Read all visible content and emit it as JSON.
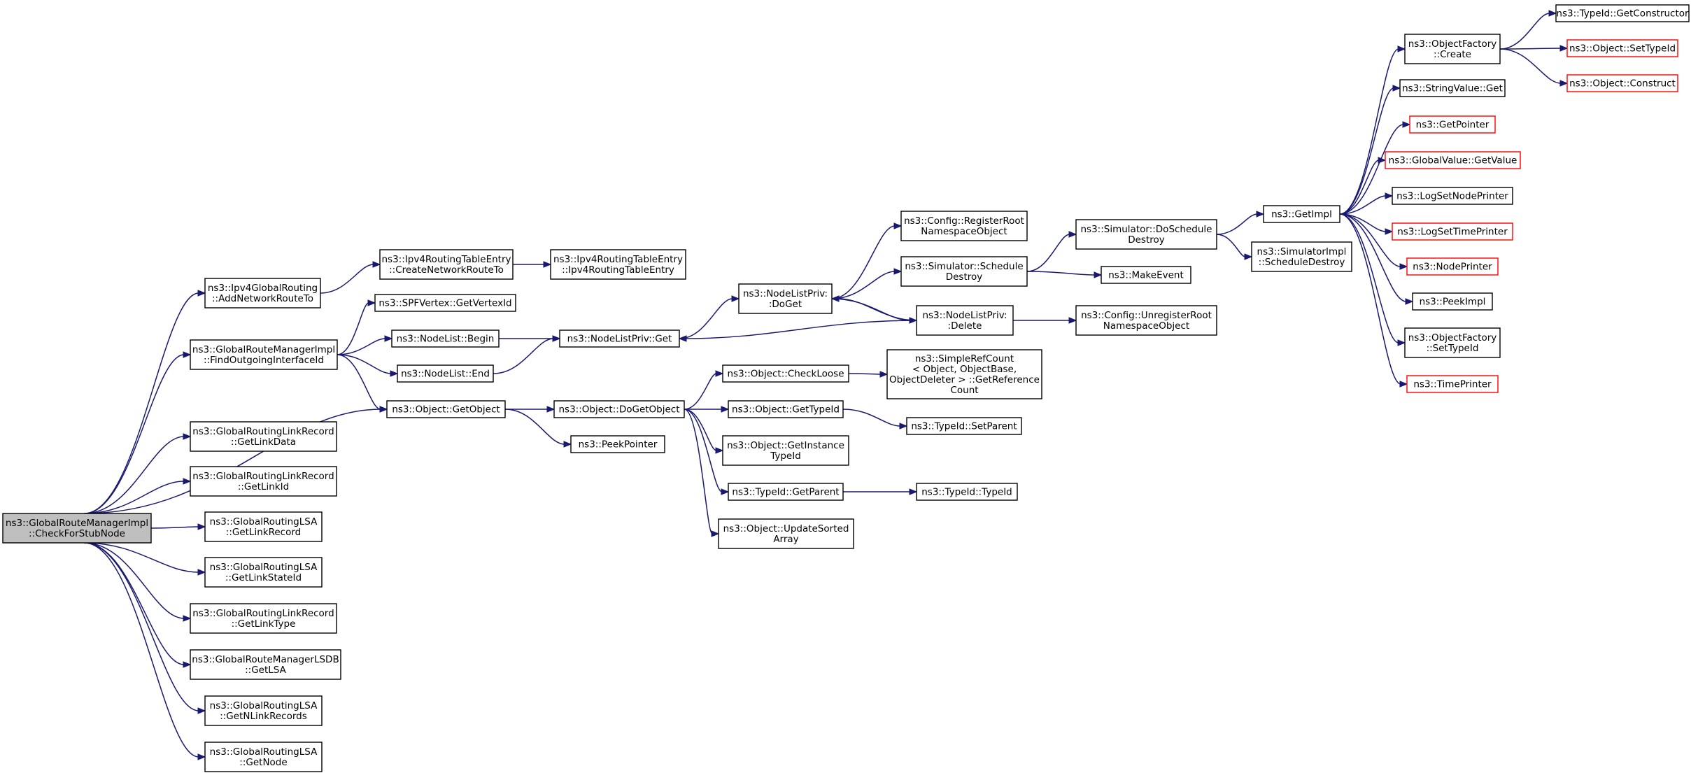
{
  "colors": {
    "edge": "#191970",
    "root_fill": "#bfbfbf",
    "truncated_border": "#ff0000"
  },
  "nodes": [
    {
      "id": "root",
      "lines": [
        "ns3::GlobalRouteManagerImpl",
        "::CheckForStubNode"
      ],
      "style": "root"
    },
    {
      "id": "addnet",
      "lines": [
        "ns3::Ipv4GlobalRouting",
        "::AddNetworkRouteTo"
      ]
    },
    {
      "id": "findout",
      "lines": [
        "ns3::GlobalRouteManagerImpl",
        "::FindOutgoingInterfaceId"
      ]
    },
    {
      "id": "getobject",
      "lines": [
        "ns3::Object::GetObject"
      ]
    },
    {
      "id": "lrgetlinkdata",
      "lines": [
        "ns3::GlobalRoutingLinkRecord",
        "::GetLinkData"
      ]
    },
    {
      "id": "lrgetlinkid",
      "lines": [
        "ns3::GlobalRoutingLinkRecord",
        "::GetLinkId"
      ]
    },
    {
      "id": "lsagetlinkrecord",
      "lines": [
        "ns3::GlobalRoutingLSA",
        "::GetLinkRecord"
      ]
    },
    {
      "id": "lsagetlinkstateid",
      "lines": [
        "ns3::GlobalRoutingLSA",
        "::GetLinkStateId"
      ]
    },
    {
      "id": "lrgetlinktype",
      "lines": [
        "ns3::GlobalRoutingLinkRecord",
        "::GetLinkType"
      ]
    },
    {
      "id": "lsdbgetlsa",
      "lines": [
        "ns3::GlobalRouteManagerLSDB",
        "::GetLSA"
      ]
    },
    {
      "id": "lsagetnlink",
      "lines": [
        "ns3::GlobalRoutingLSA",
        "::GetNLinkRecords"
      ]
    },
    {
      "id": "lsagetnode",
      "lines": [
        "ns3::GlobalRoutingLSA",
        "::GetNode"
      ]
    },
    {
      "id": "rtecreate",
      "lines": [
        "ns3::Ipv4RoutingTableEntry",
        "::CreateNetworkRouteTo"
      ]
    },
    {
      "id": "rtector",
      "lines": [
        "ns3::Ipv4RoutingTableEntry",
        "::Ipv4RoutingTableEntry"
      ]
    },
    {
      "id": "spfgetvertexid",
      "lines": [
        "ns3::SPFVertex::GetVertexId"
      ]
    },
    {
      "id": "nlbegin",
      "lines": [
        "ns3::NodeList::Begin"
      ]
    },
    {
      "id": "nlend",
      "lines": [
        "ns3::NodeList::End"
      ]
    },
    {
      "id": "nlprivget",
      "lines": [
        "ns3::NodeListPriv::Get"
      ]
    },
    {
      "id": "nlprivdoget",
      "lines": [
        "ns3::NodeListPriv:",
        ":DoGet"
      ]
    },
    {
      "id": "nlprivdelete",
      "lines": [
        "ns3::NodeListPriv:",
        ":Delete"
      ]
    },
    {
      "id": "regroot",
      "lines": [
        "ns3::Config::RegisterRoot",
        "NamespaceObject"
      ]
    },
    {
      "id": "unregroot",
      "lines": [
        "ns3::Config::UnregisterRoot",
        "NamespaceObject"
      ]
    },
    {
      "id": "simschedule",
      "lines": [
        "ns3::Simulator::Schedule",
        "Destroy"
      ]
    },
    {
      "id": "simdoschedule",
      "lines": [
        "ns3::Simulator::DoSchedule",
        "Destroy"
      ]
    },
    {
      "id": "makeevent",
      "lines": [
        "ns3::MakeEvent"
      ]
    },
    {
      "id": "simimpl",
      "lines": [
        "ns3::SimulatorImpl",
        "::ScheduleDestroy"
      ]
    },
    {
      "id": "getimpl",
      "lines": [
        "ns3::GetImpl"
      ]
    },
    {
      "id": "dogetobject",
      "lines": [
        "ns3::Object::DoGetObject"
      ]
    },
    {
      "id": "peekpointer",
      "lines": [
        "ns3::PeekPointer"
      ]
    },
    {
      "id": "checkloose",
      "lines": [
        "ns3::Object::CheckLoose"
      ]
    },
    {
      "id": "simplerefcount",
      "lines": [
        "ns3::SimpleRefCount",
        "< Object, ObjectBase,",
        "ObjectDeleter > ::GetReference",
        "Count"
      ]
    },
    {
      "id": "objgettypeid",
      "lines": [
        "ns3::Object::GetTypeId"
      ]
    },
    {
      "id": "tidsetparent",
      "lines": [
        "ns3::TypeId::SetParent"
      ]
    },
    {
      "id": "objgetinstance",
      "lines": [
        "ns3::Object::GetInstance",
        "TypeId"
      ]
    },
    {
      "id": "tidgetparent",
      "lines": [
        "ns3::TypeId::GetParent"
      ]
    },
    {
      "id": "tidtypeid",
      "lines": [
        "ns3::TypeId::TypeId"
      ]
    },
    {
      "id": "updatesorted",
      "lines": [
        "ns3::Object::UpdateSorted",
        "Array"
      ]
    },
    {
      "id": "ofcreate",
      "lines": [
        "ns3::ObjectFactory",
        "::Create"
      ]
    },
    {
      "id": "tidgetctor",
      "lines": [
        "ns3::TypeId::GetConstructor"
      ]
    },
    {
      "id": "objsettypeid",
      "lines": [
        "ns3::Object::SetTypeId"
      ],
      "style": "truncated"
    },
    {
      "id": "objconstruct",
      "lines": [
        "ns3::Object::Construct"
      ],
      "style": "truncated"
    },
    {
      "id": "stringvalueget",
      "lines": [
        "ns3::StringValue::Get"
      ]
    },
    {
      "id": "getpointer",
      "lines": [
        "ns3::GetPointer"
      ],
      "style": "truncated"
    },
    {
      "id": "globalvalueget",
      "lines": [
        "ns3::GlobalValue::GetValue"
      ],
      "style": "truncated"
    },
    {
      "id": "logsetnodeprinter",
      "lines": [
        "ns3::LogSetNodePrinter"
      ]
    },
    {
      "id": "logsettimeprinter",
      "lines": [
        "ns3::LogSetTimePrinter"
      ],
      "style": "truncated"
    },
    {
      "id": "nodeprinter",
      "lines": [
        "ns3::NodePrinter"
      ],
      "style": "truncated"
    },
    {
      "id": "peekimpl",
      "lines": [
        "ns3::PeekImpl"
      ]
    },
    {
      "id": "ofsettypeid",
      "lines": [
        "ns3::ObjectFactory",
        "::SetTypeId"
      ]
    },
    {
      "id": "timeprinter",
      "lines": [
        "ns3::TimePrinter"
      ],
      "style": "truncated"
    }
  ],
  "edges": [
    [
      "root",
      "addnet"
    ],
    [
      "root",
      "findout"
    ],
    [
      "root",
      "getobject"
    ],
    [
      "root",
      "lrgetlinkdata"
    ],
    [
      "root",
      "lrgetlinkid"
    ],
    [
      "root",
      "lsagetlinkrecord"
    ],
    [
      "root",
      "lsagetlinkstateid"
    ],
    [
      "root",
      "lrgetlinktype"
    ],
    [
      "root",
      "lsdbgetlsa"
    ],
    [
      "root",
      "lsagetnlink"
    ],
    [
      "root",
      "lsagetnode"
    ],
    [
      "addnet",
      "rtecreate"
    ],
    [
      "rtecreate",
      "rtector"
    ],
    [
      "findout",
      "spfgetvertexid"
    ],
    [
      "findout",
      "nlbegin"
    ],
    [
      "findout",
      "nlend"
    ],
    [
      "findout",
      "getobject"
    ],
    [
      "nlbegin",
      "nlprivget"
    ],
    [
      "nlend",
      "nlprivget"
    ],
    [
      "nlprivget",
      "nlprivdoget"
    ],
    [
      "nlprivdoget",
      "regroot"
    ],
    [
      "nlprivdoget",
      "simschedule"
    ],
    [
      "nlprivdoget",
      "nlprivdelete"
    ],
    [
      "nlprivdelete",
      "nlprivdoget"
    ],
    [
      "nlprivdelete",
      "nlprivget"
    ],
    [
      "nlprivdelete",
      "unregroot"
    ],
    [
      "simschedule",
      "simdoschedule"
    ],
    [
      "simschedule",
      "makeevent"
    ],
    [
      "simdoschedule",
      "getimpl"
    ],
    [
      "simdoschedule",
      "simimpl"
    ],
    [
      "getobject",
      "dogetobject"
    ],
    [
      "getobject",
      "peekpointer"
    ],
    [
      "dogetobject",
      "checkloose"
    ],
    [
      "dogetobject",
      "objgettypeid"
    ],
    [
      "dogetobject",
      "objgetinstance"
    ],
    [
      "dogetobject",
      "tidgetparent"
    ],
    [
      "dogetobject",
      "updatesorted"
    ],
    [
      "checkloose",
      "simplerefcount"
    ],
    [
      "objgettypeid",
      "tidsetparent"
    ],
    [
      "tidgetparent",
      "tidtypeid"
    ],
    [
      "getimpl",
      "ofcreate"
    ],
    [
      "getimpl",
      "stringvalueget"
    ],
    [
      "getimpl",
      "getpointer"
    ],
    [
      "getimpl",
      "globalvalueget"
    ],
    [
      "getimpl",
      "logsetnodeprinter"
    ],
    [
      "getimpl",
      "logsettimeprinter"
    ],
    [
      "getimpl",
      "nodeprinter"
    ],
    [
      "getimpl",
      "peekimpl"
    ],
    [
      "getimpl",
      "ofsettypeid"
    ],
    [
      "getimpl",
      "timeprinter"
    ],
    [
      "ofcreate",
      "tidgetctor"
    ],
    [
      "ofcreate",
      "objsettypeid"
    ],
    [
      "ofcreate",
      "objconstruct"
    ]
  ]
}
